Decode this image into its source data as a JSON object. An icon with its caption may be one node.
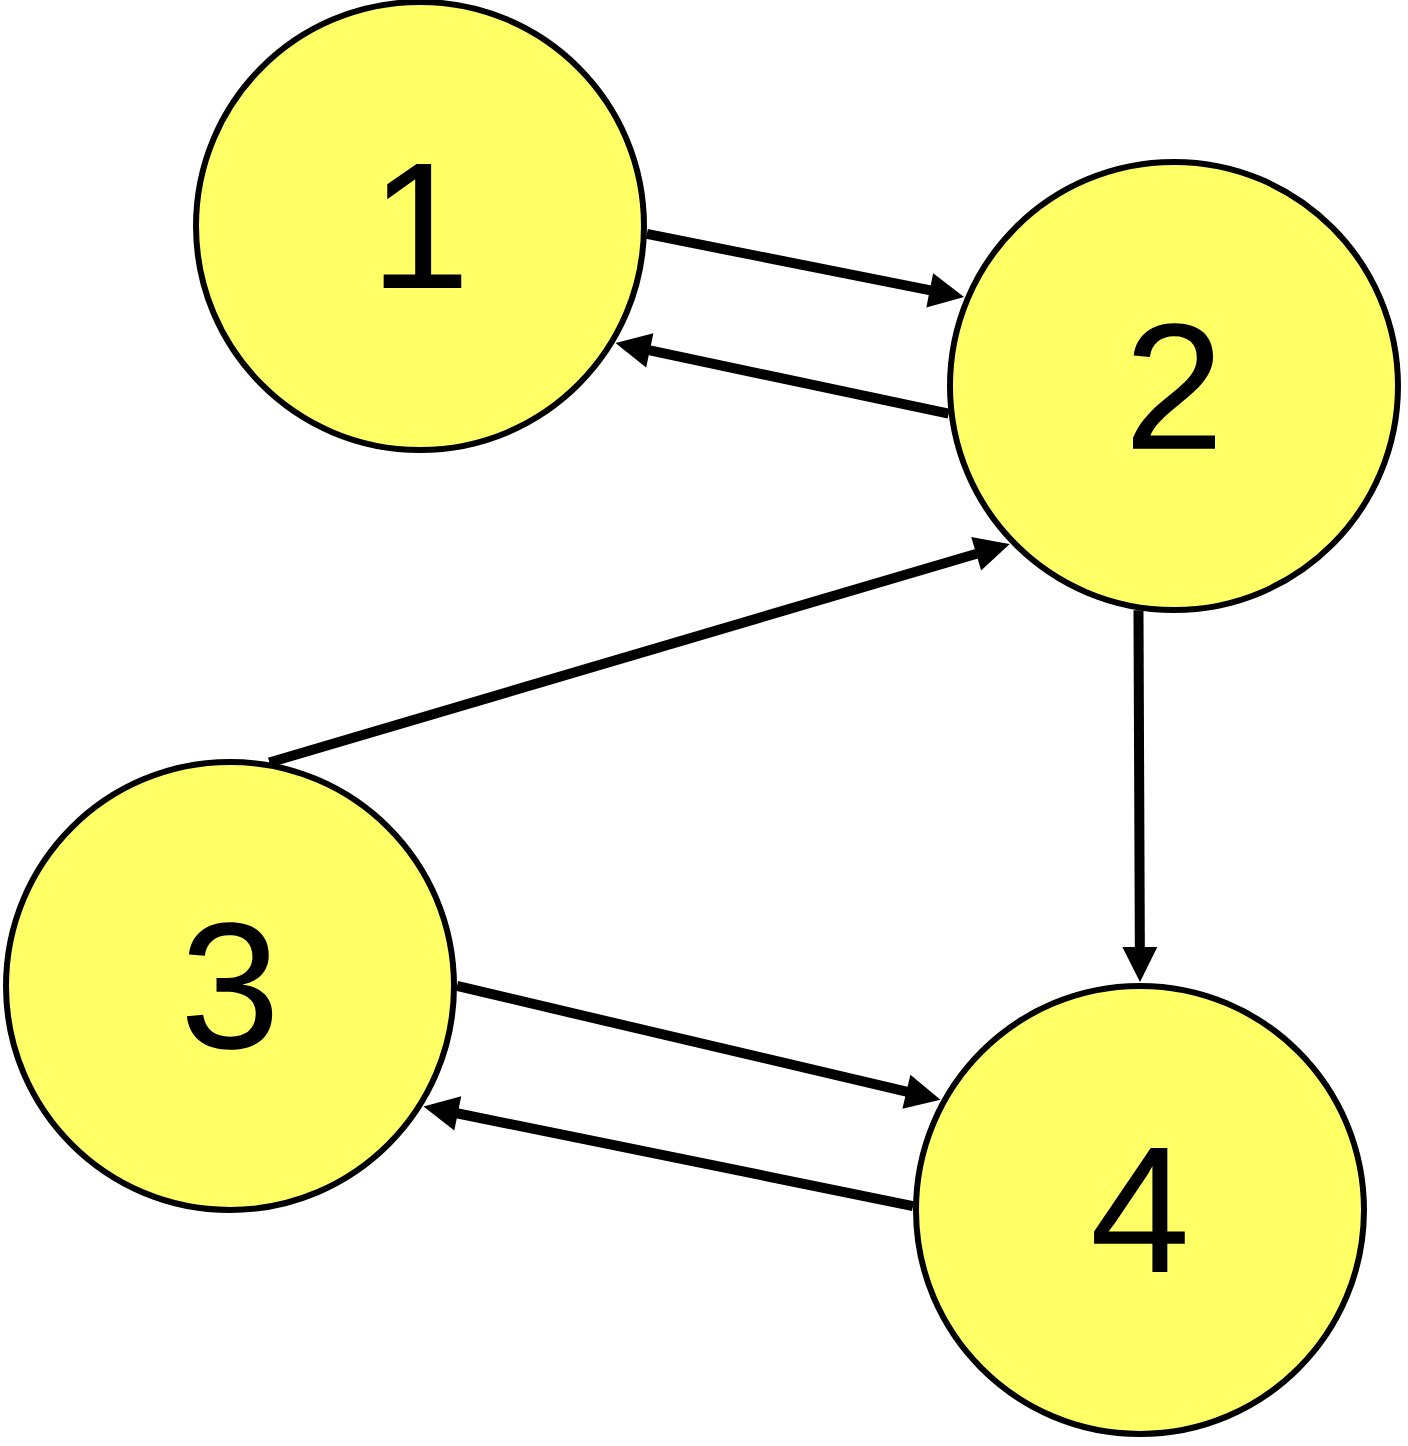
{
  "diagram": {
    "nodes": [
      {
        "text": [
          "1"
        ]
      },
      {
        "text": [
          "2"
        ]
      },
      {
        "text": [
          "3"
        ]
      },
      {
        "text": [
          "4"
        ]
      }
    ],
    "edges": [
      {
        "from": 0,
        "to": 1,
        "arrow": "to"
      },
      {
        "from": 1,
        "to": 0,
        "arrow": "to"
      },
      {
        "from": 2,
        "to": 1,
        "arrow": "to"
      },
      {
        "from": 1,
        "to": 3,
        "arrow": "to"
      },
      {
        "from": 2,
        "to": 3,
        "arrow": "to"
      },
      {
        "from": 3,
        "to": 2,
        "arrow": "to"
      }
    ]
  }
}
